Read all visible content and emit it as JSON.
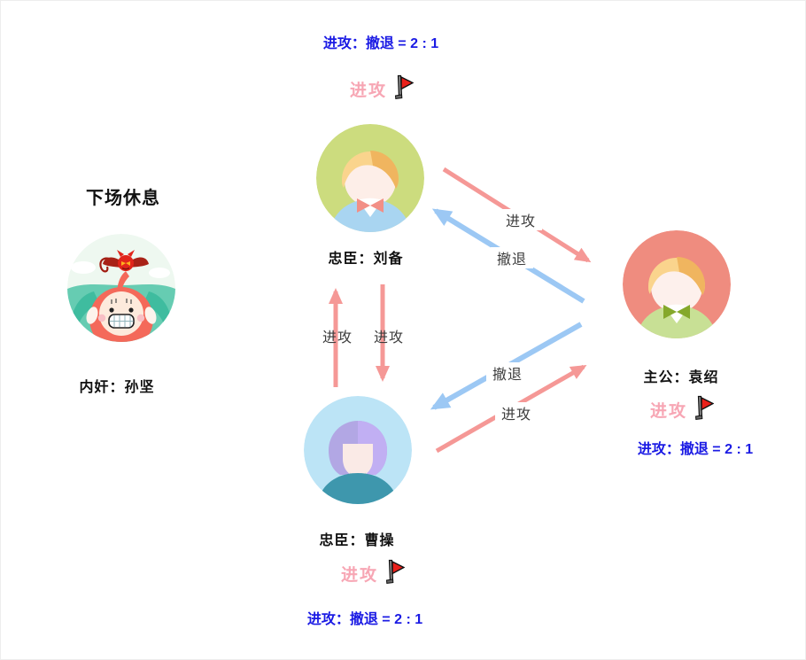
{
  "diagram": {
    "bench": {
      "title": "下场休息",
      "player": {
        "label": "内奸：孙坚",
        "avatar_icon": "red-hood-devil-kid-avatar"
      }
    },
    "players": {
      "liubei": {
        "label": "忠臣：刘备",
        "stance_label": "进攻",
        "ratio_text": "进攻：撤退 = 2 : 1",
        "avatar_icon": "blonde-person-blue-shirt-avatar"
      },
      "caocao": {
        "label": "忠臣：曹操",
        "stance_label": "进攻",
        "ratio_text": "进攻：撤退 = 2 : 1",
        "avatar_icon": "purple-bob-person-teal-shirt-avatar"
      },
      "yuanshao": {
        "label": "主公：袁绍",
        "stance_label": "进攻",
        "ratio_text": "进攻：撤退 = 2 : 1",
        "avatar_icon": "blonde-person-green-shirt-avatar"
      }
    },
    "edges": [
      {
        "from": "liubei",
        "to": "yuanshao",
        "type": "attack",
        "label": "进攻"
      },
      {
        "from": "yuanshao",
        "to": "liubei",
        "type": "retreat",
        "label": "撤退"
      },
      {
        "from": "caocao",
        "to": "liubei",
        "type": "attack",
        "label": "进攻"
      },
      {
        "from": "liubei",
        "to": "caocao",
        "type": "attack",
        "label": "进攻"
      },
      {
        "from": "yuanshao",
        "to": "caocao",
        "type": "retreat",
        "label": "撤退"
      },
      {
        "from": "caocao",
        "to": "yuanshao",
        "type": "attack",
        "label": "进攻"
      }
    ],
    "icons": {
      "flag": "red-pennant-flag"
    },
    "colors": {
      "attack_arrow_pink": "#f59896",
      "retreat_arrow_blue": "#9cc8f4",
      "ratio_text_blue": "#1b1be4",
      "stance_text_pink": "#f7a6b4",
      "flag_red": "#e9201a",
      "name_text_black": "#111111",
      "edge_label_gray": "#3c3c3c",
      "liubei_circle_green": "#ccdc7e",
      "caocao_circle_blue": "#bce4f6",
      "yuanshao_circle_salmon": "#ef8c7f",
      "sunjian_circle_mint": "#eef8f0"
    }
  }
}
